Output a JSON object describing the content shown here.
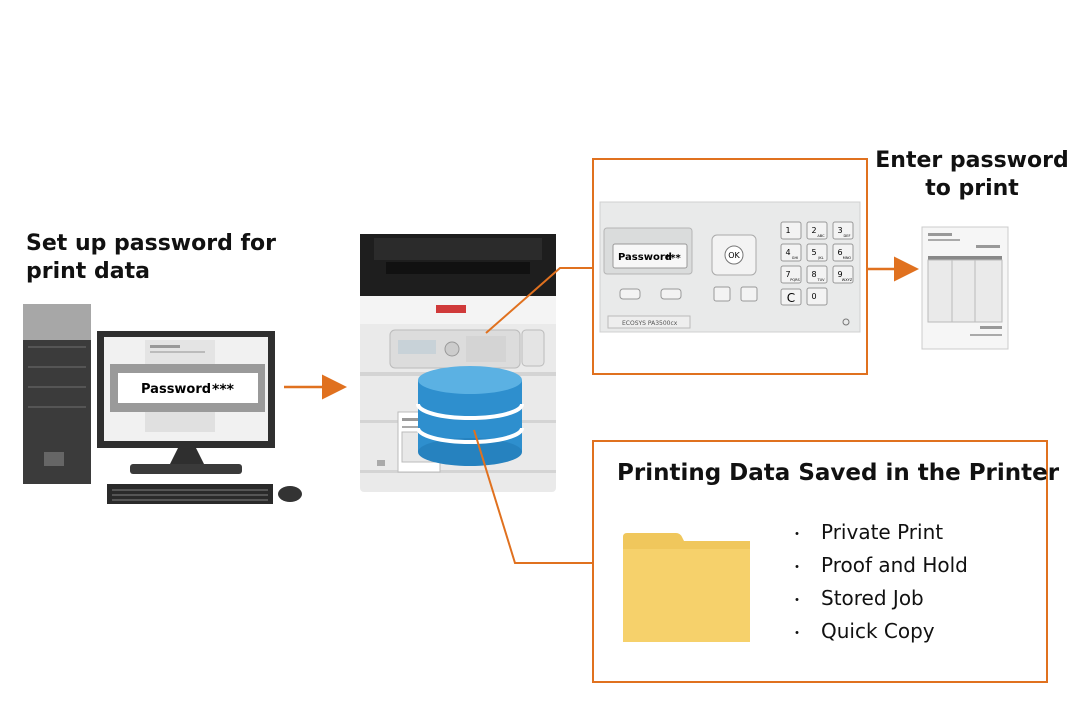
{
  "left_label": [
    "Set up password for",
    "print data"
  ],
  "right_label": [
    "Enter password",
    "to print"
  ],
  "computer_screen": {
    "field_label": "Password",
    "field_mask": "***"
  },
  "printer_panel": {
    "field_label": "Password",
    "field_mask": "***",
    "ok_key": "OK",
    "clear_key": "C",
    "keypad": [
      {
        "digit": "1",
        "sub": ""
      },
      {
        "digit": "2",
        "sub": "ABC"
      },
      {
        "digit": "3",
        "sub": "DEF"
      },
      {
        "digit": "4",
        "sub": "GHI"
      },
      {
        "digit": "5",
        "sub": "JKL"
      },
      {
        "digit": "6",
        "sub": "MNO"
      },
      {
        "digit": "7",
        "sub": "PQRS"
      },
      {
        "digit": "8",
        "sub": "TUV"
      },
      {
        "digit": "9",
        "sub": "WXYZ"
      },
      {
        "digit": "0",
        "sub": ""
      }
    ],
    "model_label": "ECOSYS PA3500cx"
  },
  "saved_data": {
    "title": "Printing Data Saved in the Printer",
    "bullet": "・",
    "items": [
      "Private Print",
      "Proof and Hold",
      "Stored Job",
      "Quick Copy"
    ]
  },
  "colors": {
    "accent": "#e0711f",
    "database": "#2e8fce",
    "folder": "#f6d16b"
  },
  "icons": [
    "desktop-pc-icon",
    "monitor-icon",
    "keyboard-icon",
    "mouse-icon",
    "printer-icon",
    "database-icon",
    "document-icon",
    "folder-icon",
    "printout-icon"
  ]
}
